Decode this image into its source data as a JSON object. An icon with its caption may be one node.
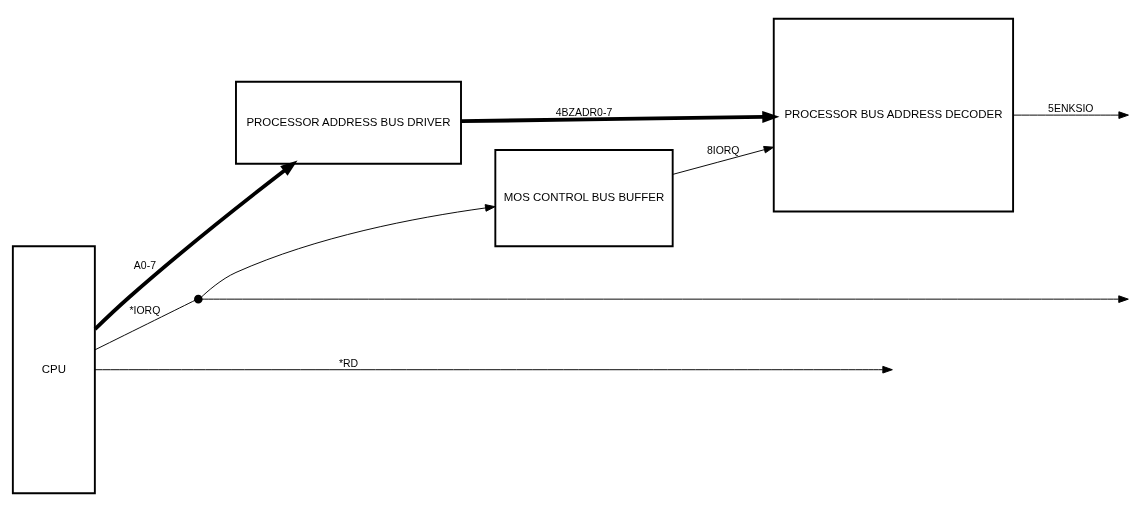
{
  "diagram": {
    "nodes": [
      {
        "text": [
          "CPU"
        ]
      },
      {
        "text": [
          "PROCESSOR ADDRESS BUS DRIVER"
        ]
      },
      {
        "text": [
          "PROCESSOR BUS ADDRESS DECODER"
        ]
      },
      {
        "text": [
          "MOS CONTROL BUS BUFFER"
        ]
      },
      {
        "text": [],
        "shape": "circle"
      }
    ],
    "edges": [
      {
        "from": 0,
        "to": 1,
        "arrow": "to",
        "label": "A0-7",
        "style": "thick"
      },
      {
        "from": 1,
        "to": 2,
        "arrow": "to",
        "label": "4BZADR0-7",
        "style": "thick"
      },
      {
        "from": 2,
        "to": null,
        "arrow": "to",
        "label": "5ENKSIO"
      },
      {
        "from": 3,
        "to": 2,
        "arrow": "to",
        "label": "8IORQ"
      },
      {
        "from": 0,
        "to": 4,
        "arrow": "none",
        "label": "*IORQ"
      },
      {
        "from": 4,
        "to": 3,
        "arrow": "to"
      },
      {
        "from": 4,
        "to": null,
        "arrow": "to"
      },
      {
        "from": 0,
        "to": null,
        "arrow": "to",
        "label": "*RD"
      }
    ]
  }
}
